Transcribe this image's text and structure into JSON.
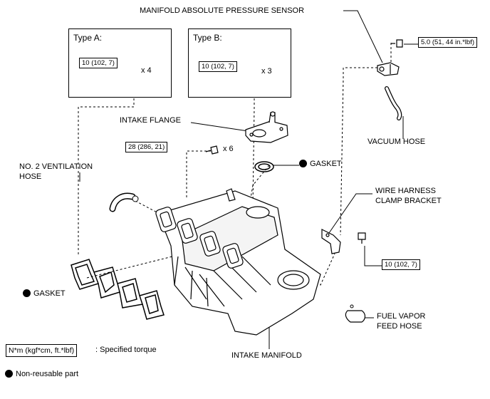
{
  "labels": {
    "map_sensor": "MANIFOLD ABSOLUTE PRESSURE SENSOR",
    "intake_flange": "INTAKE FLANGE",
    "vacuum_hose": "VACUUM HOSE",
    "gasket_flange": "GASKET",
    "no2_vent_hose_1": "NO. 2 VENTILATION",
    "no2_vent_hose_2": "HOSE",
    "wire_harness_1": "WIRE HARNESS",
    "wire_harness_2": "CLAMP BRACKET",
    "gasket_manifold": "GASKET",
    "fuel_vapor_1": "FUEL VAPOR",
    "fuel_vapor_2": "FEED HOSE",
    "intake_manifold": "INTAKE MANIFOLD"
  },
  "type_a": {
    "title": "Type A:",
    "torque": "10 (102, 7)",
    "qty": "x 4"
  },
  "type_b": {
    "title": "Type B:",
    "torque": "10 (102, 7)",
    "qty": "x 3"
  },
  "torques": {
    "sensor": "5.0 (51, 44 in.*lbf)",
    "manifold_bolts": "28 (286, 21)",
    "manifold_bolts_qty": "x 6",
    "bracket": "10 (102, 7)"
  },
  "legend": {
    "torque_unit": "N*m (kgf*cm, ft.*lbf)",
    "torque_desc": ": Specified torque",
    "nonreusable": "Non-reusable part"
  }
}
